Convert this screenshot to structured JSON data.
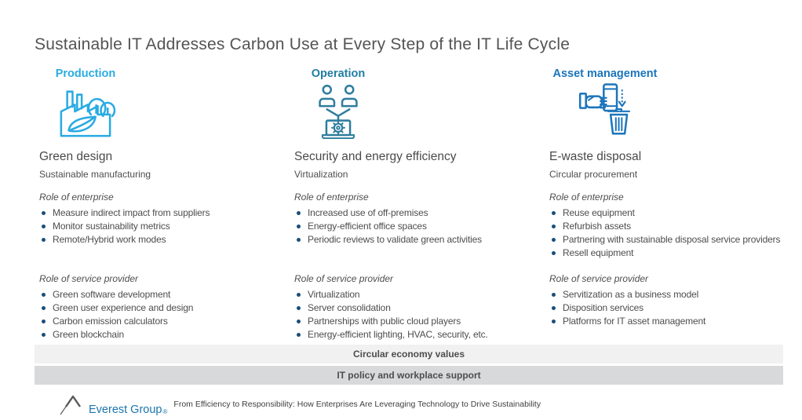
{
  "page": {
    "title": "Sustainable IT Addresses Carbon Use at Every Step of the IT Life Cycle"
  },
  "columns": [
    {
      "stage": "Production",
      "stage_color": "#29ABE2",
      "icon": "factory-leaf-icon",
      "heading": "Green design",
      "subheading": "Sustainable manufacturing",
      "enterprise_label": "Role of enterprise",
      "enterprise_items": [
        "Measure indirect impact from suppliers",
        "Monitor sustainability metrics",
        "Remote/Hybrid work modes"
      ],
      "provider_label": "Role of service provider",
      "provider_items": [
        "Green software development",
        "Green user experience and design",
        "Carbon emission calculators",
        "Green blockchain"
      ]
    },
    {
      "stage": "Operation",
      "stage_color": "#1F7DA2",
      "icon": "users-laptop-gear-icon",
      "heading": "Security and energy efficiency",
      "subheading": "Virtualization",
      "enterprise_label": "Role of enterprise",
      "enterprise_items": [
        "Increased use of off-premises",
        "Energy-efficient office spaces",
        "Periodic reviews to validate green activities"
      ],
      "provider_label": "Role of service provider",
      "provider_items": [
        "Virtualization",
        "Server consolidation",
        "Partnerships with public cloud players",
        "Energy-efficient lighting, HVAC, security, etc."
      ]
    },
    {
      "stage": "Asset management",
      "stage_color": "#1B75BC",
      "icon": "hand-phone-trash-icon",
      "heading": "E-waste disposal",
      "subheading": "Circular procurement",
      "enterprise_label": "Role of enterprise",
      "enterprise_items": [
        "Reuse equipment",
        "Refurbish assets",
        "Partnering with sustainable disposal service providers",
        "Resell equipment"
      ],
      "provider_label": "Role of service provider",
      "provider_items": [
        "Servitization as a business model",
        "Disposition services",
        "Platforms for IT asset management"
      ]
    }
  ],
  "bands": [
    {
      "label": "Circular economy values",
      "bg": "#F1F1F2"
    },
    {
      "label": "IT policy and workplace support",
      "bg": "#D8D9DA"
    }
  ],
  "footer": {
    "logo_text": "Everest Group",
    "registered_mark": "®",
    "caption": "From Efficiency to Responsibility: How Enterprises Are Leveraging Technology to Drive Sustainability"
  },
  "colors": {
    "bullet_dot": "#1B4E79",
    "body_text": "#4D4D4D",
    "title_text": "#545456",
    "logo_blue": "#1B75AC",
    "logo_mark_gray": "#58595B"
  }
}
